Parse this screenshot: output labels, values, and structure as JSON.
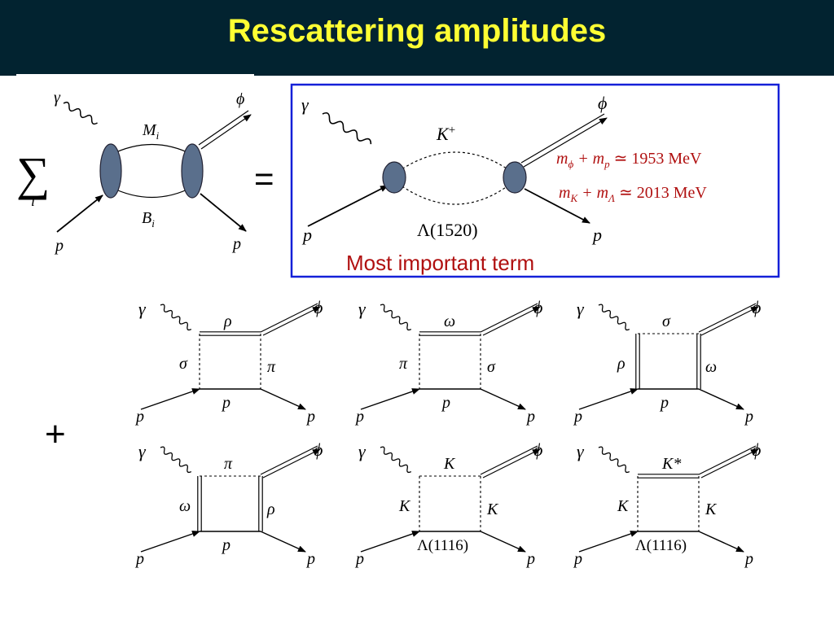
{
  "title": "Rescattering amplitudes",
  "colors": {
    "header_bg": "#022330",
    "title": "#ffff33",
    "blob": "#5a6f8c",
    "box_border": "#1420d8",
    "red_text": "#b01010"
  },
  "lhs": {
    "sum_symbol": "∑",
    "sum_index": "i",
    "gamma": "γ",
    "phi": "ϕ",
    "p_in": "p",
    "p_out": "p",
    "upper": "M",
    "upper_sub": "i",
    "lower": "B",
    "lower_sub": "i"
  },
  "equals": "=",
  "plus": "+",
  "main_term": {
    "gamma": "γ",
    "phi": "ϕ",
    "p_in": "p",
    "p_out": "p",
    "upper": "K",
    "upper_sup": "+",
    "lower": "Λ(1520)",
    "eq1": {
      "lhs": "m",
      "lhs_sub": "ϕ",
      "plus": " + m",
      "plus_sub": "p",
      "rel": " ≃ 1953 MeV"
    },
    "eq2": {
      "lhs": "m",
      "lhs_sub": "K",
      "plus": " + m",
      "plus_sub": "Λ",
      "rel": " ≃ 2013 MeV"
    },
    "caption": "Most important term"
  },
  "boxes": [
    {
      "gamma": "γ",
      "phi": "ϕ",
      "top": "ρ",
      "left": "σ",
      "right": "π",
      "bottom": "p",
      "p_in": "p",
      "p_out": "p"
    },
    {
      "gamma": "γ",
      "phi": "ϕ",
      "top": "ω",
      "left": "π",
      "right": "σ",
      "bottom": "p",
      "p_in": "p",
      "p_out": "p"
    },
    {
      "gamma": "γ",
      "phi": "ϕ",
      "top": "σ",
      "left": "ρ",
      "right": "ω",
      "bottom": "p",
      "p_in": "p",
      "p_out": "p"
    },
    {
      "gamma": "γ",
      "phi": "ϕ",
      "top": "π",
      "left": "ω",
      "right": "ρ",
      "bottom": "p",
      "p_in": "p",
      "p_out": "p"
    },
    {
      "gamma": "γ",
      "phi": "ϕ",
      "top": "K",
      "left": "K",
      "right": "K",
      "bottom": "Λ(1116)",
      "p_in": "p",
      "p_out": "p"
    },
    {
      "gamma": "γ",
      "phi": "ϕ",
      "top": "K*",
      "left": "K",
      "right": "K",
      "bottom": "Λ(1116)",
      "p_in": "p",
      "p_out": "p"
    }
  ]
}
